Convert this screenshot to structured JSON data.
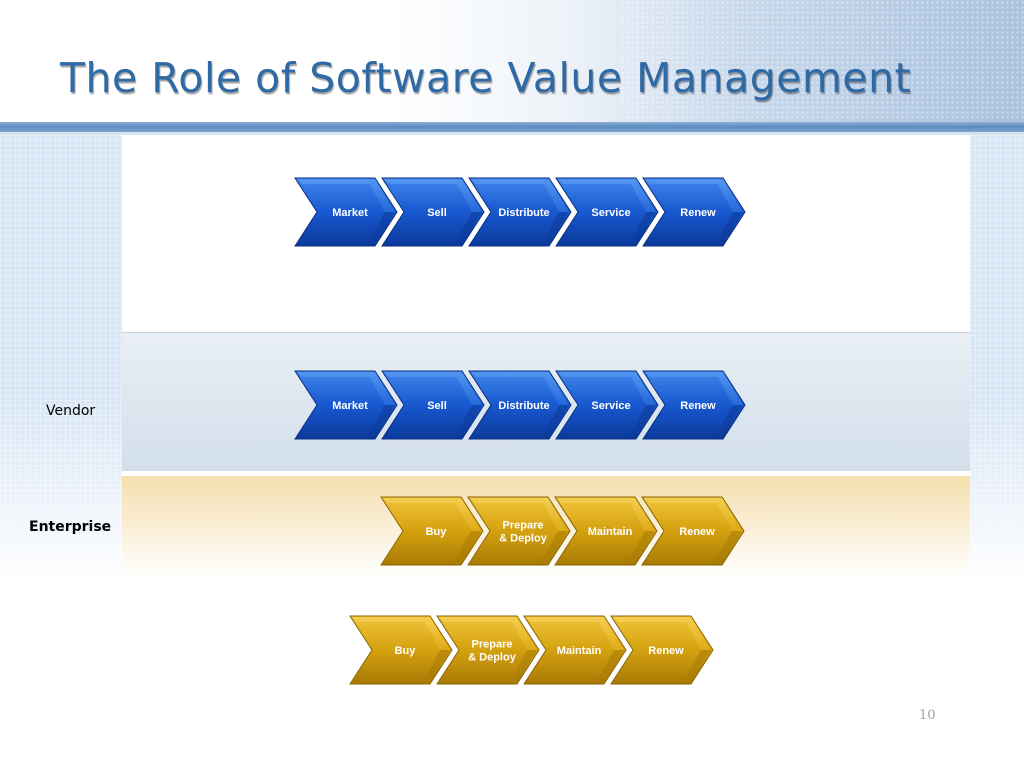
{
  "slide": {
    "title": "The Role of Software Value Management",
    "page_number": "10"
  },
  "rows": {
    "vendor_label": "Vendor",
    "enterprise_label": "Enterprise"
  },
  "colors": {
    "vendor_chevron": "#1550c8",
    "enterprise_chevron": "#d9a50f",
    "title": "#2e6aa6"
  },
  "chevron_rows": [
    {
      "id": "vendor-top",
      "theme": "vendor",
      "steps": [
        [
          "Market"
        ],
        [
          "Sell"
        ],
        [
          "Distribute"
        ],
        [
          "Service"
        ],
        [
          "Renew"
        ]
      ]
    },
    {
      "id": "vendor-band",
      "theme": "vendor",
      "steps": [
        [
          "Market"
        ],
        [
          "Sell"
        ],
        [
          "Distribute"
        ],
        [
          "Service"
        ],
        [
          "Renew"
        ]
      ]
    },
    {
      "id": "enterprise-band",
      "theme": "enterprise",
      "steps": [
        [
          "Buy"
        ],
        [
          "Prepare",
          "& Deploy"
        ],
        [
          "Maintain"
        ],
        [
          "Renew"
        ]
      ]
    },
    {
      "id": "enterprise-bottom",
      "theme": "enterprise",
      "steps": [
        [
          "Buy"
        ],
        [
          "Prepare",
          "& Deploy"
        ],
        [
          "Maintain"
        ],
        [
          "Renew"
        ]
      ]
    }
  ]
}
